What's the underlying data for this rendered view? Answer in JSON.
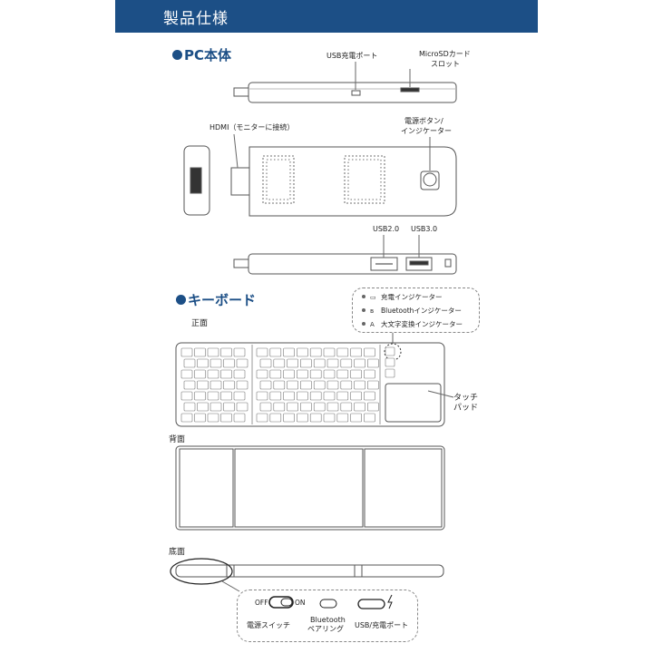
{
  "header": {
    "title": "製品仕様"
  },
  "pc_section": {
    "title": "PC本体",
    "labels": {
      "usb_charge_port": "USB充電ポート",
      "microsd_slot_line1": "MicroSDカード",
      "microsd_slot_line2": "スロット",
      "hdmi": "HDMI（モニターに接続）",
      "power_button_line1": "電源ボタン/",
      "power_button_line2": "インジケーター",
      "usb20": "USB2.0",
      "usb30": "USB3.0"
    }
  },
  "keyboard_section": {
    "title": "キーボード",
    "front_label": "正面",
    "back_label": "背面",
    "bottom_label": "底面",
    "indicators": [
      {
        "symbol": "▭",
        "label": "充電インジケーター"
      },
      {
        "symbol": "ʙ",
        "label": "Bluetoothインジケーター"
      },
      {
        "symbol": "A",
        "label": "大文字変換インジケーター"
      }
    ],
    "touchpad_line1": "タッチ",
    "touchpad_line2": "パッド",
    "bottom_controls": {
      "switch_off": "OFF",
      "switch_on": "ON",
      "power_switch": "電源スイッチ",
      "bluetooth_line1": "Bluetooth",
      "bluetooth_line2": "ペアリング",
      "usb_charge": "USB/充電ポート"
    }
  }
}
